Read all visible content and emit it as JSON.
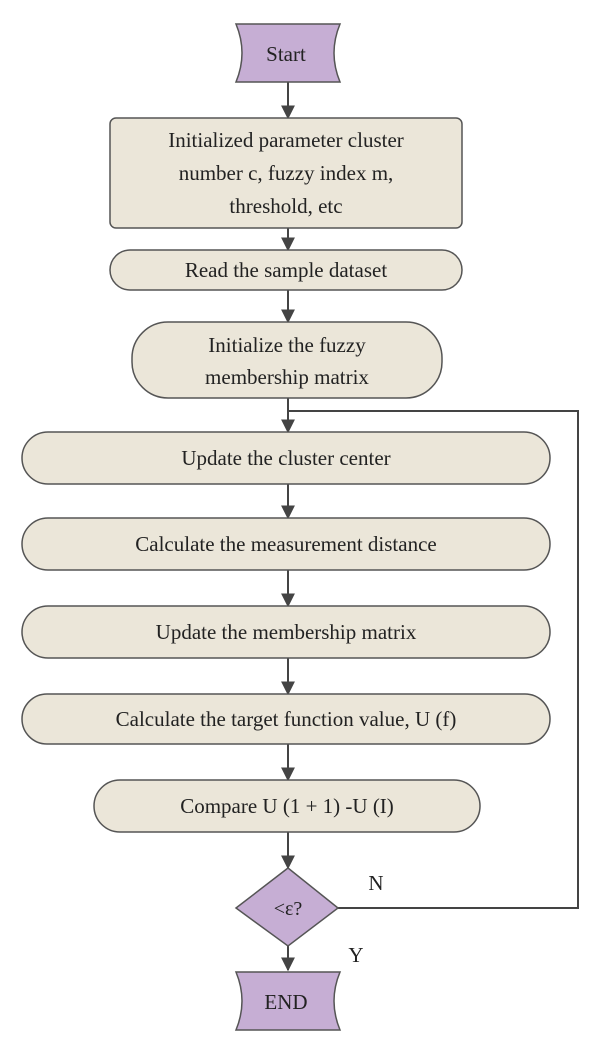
{
  "colors": {
    "process_fill": "#ebe6d9",
    "process_stroke": "#555555",
    "terminal_fill": "#c6aed4",
    "decision_fill": "#c6aed4",
    "line": "#444444",
    "text": "#222222"
  },
  "flowchart": {
    "start": {
      "label": "Start"
    },
    "init_params": {
      "lines": [
        "Initialized parameter cluster",
        "number c, fuzzy index m,",
        "threshold, etc"
      ]
    },
    "read_data": {
      "label": "Read the sample dataset"
    },
    "init_matrix": {
      "lines": [
        "Initialize the fuzzy",
        "membership matrix"
      ]
    },
    "update_center": {
      "label": "Update the cluster center"
    },
    "calc_distance": {
      "label": "Calculate the measurement distance"
    },
    "update_matrix": {
      "label": "Update the membership matrix"
    },
    "calc_target": {
      "label": "Calculate the target function value, U (f)"
    },
    "compare": {
      "label": "Compare U (1 + 1) -U (I)"
    },
    "decision": {
      "label": "<ε?"
    },
    "no_label": "N",
    "yes_label": "Y",
    "end": {
      "label": "END"
    }
  }
}
